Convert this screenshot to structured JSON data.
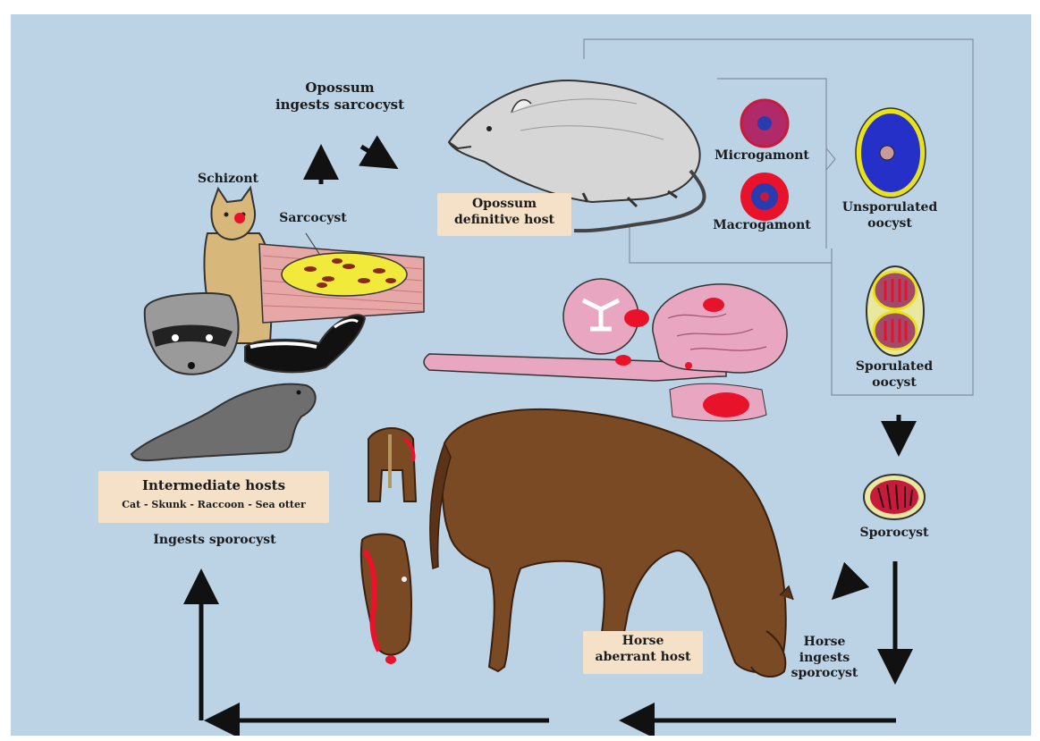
{
  "labels": {
    "opossum_ingests_line1": "Opossum",
    "opossum_ingests_line2": "ingests  sarcocyst",
    "schizont": "Schizont",
    "sarcocyst": "Sarcocyst",
    "opossum_host_line1": "Opossum",
    "opossum_host_line2": "definitive host",
    "microgamont": "Microgamont",
    "macrogamont": "Macrogamont",
    "unsporulated_line1": "Unsporulated",
    "unsporulated_line2": "oocyst",
    "sporulated_line1": "Sporulated",
    "sporulated_line2": "oocyst",
    "sporocyst": "Sporocyst",
    "intermediate_title": "Intermediate hosts",
    "intermediate_list": "Cat - Skunk - Raccoon - Sea otter",
    "ingests_sporocyst": "Ingests  sporocyst",
    "horse_host_line1": "Horse",
    "horse_host_line2": "aberrant host",
    "horse_ingests_line1": "Horse",
    "horse_ingests_line2": "ingests",
    "horse_ingests_line3": "sporocyst"
  },
  "colors": {
    "background": "#bcd3e6",
    "label_box": "#f4e1c8",
    "lesion_red": "#e8132a",
    "oocyst_blue": "#2430c8",
    "oocyst_yellow": "#e8e21a",
    "horse_brown": "#7a4a25",
    "muscle_pink": "#e7a7a7",
    "arrow": "#111111"
  }
}
